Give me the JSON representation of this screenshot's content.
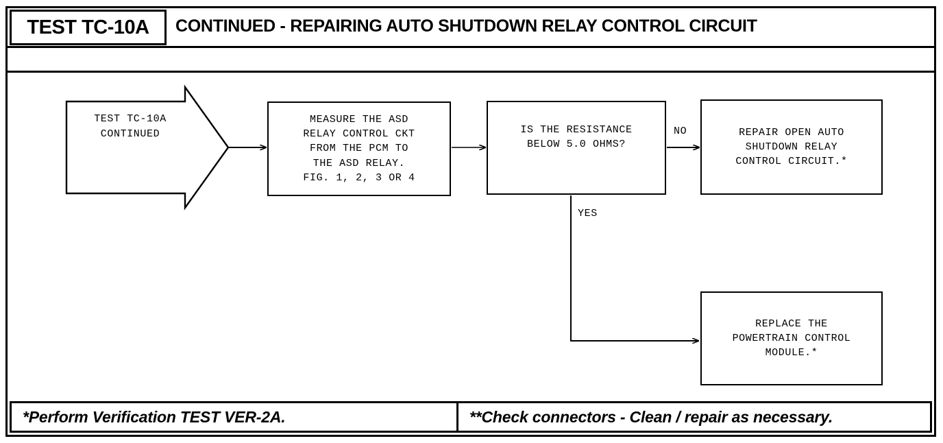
{
  "header": {
    "test_id": "TEST TC-10A",
    "title": "CONTINUED - REPAIRING AUTO SHUTDOWN RELAY CONTROL CIRCUIT"
  },
  "flow": {
    "start": {
      "text": "TEST TC-10A\nCONTINUED"
    },
    "measure": {
      "text": "MEASURE THE ASD\nRELAY CONTROL CKT\nFROM THE PCM TO\nTHE ASD RELAY.\nFIG. 1, 2, 3 OR 4"
    },
    "decision": {
      "text": "IS THE RESISTANCE\nBELOW 5.0 OHMS?"
    },
    "repair": {
      "text": "REPAIR OPEN AUTO\nSHUTDOWN RELAY\nCONTROL CIRCUIT.*"
    },
    "replace": {
      "text": "REPLACE THE\nPOWERTRAIN CONTROL\nMODULE.*"
    },
    "labels": {
      "no": "NO",
      "yes": "YES"
    }
  },
  "footer": {
    "note_left": "*Perform Verification TEST VER-2A.",
    "note_right": "**Check connectors - Clean / repair as necessary."
  },
  "colors": {
    "ink": "#000000",
    "paper": "#ffffff"
  }
}
